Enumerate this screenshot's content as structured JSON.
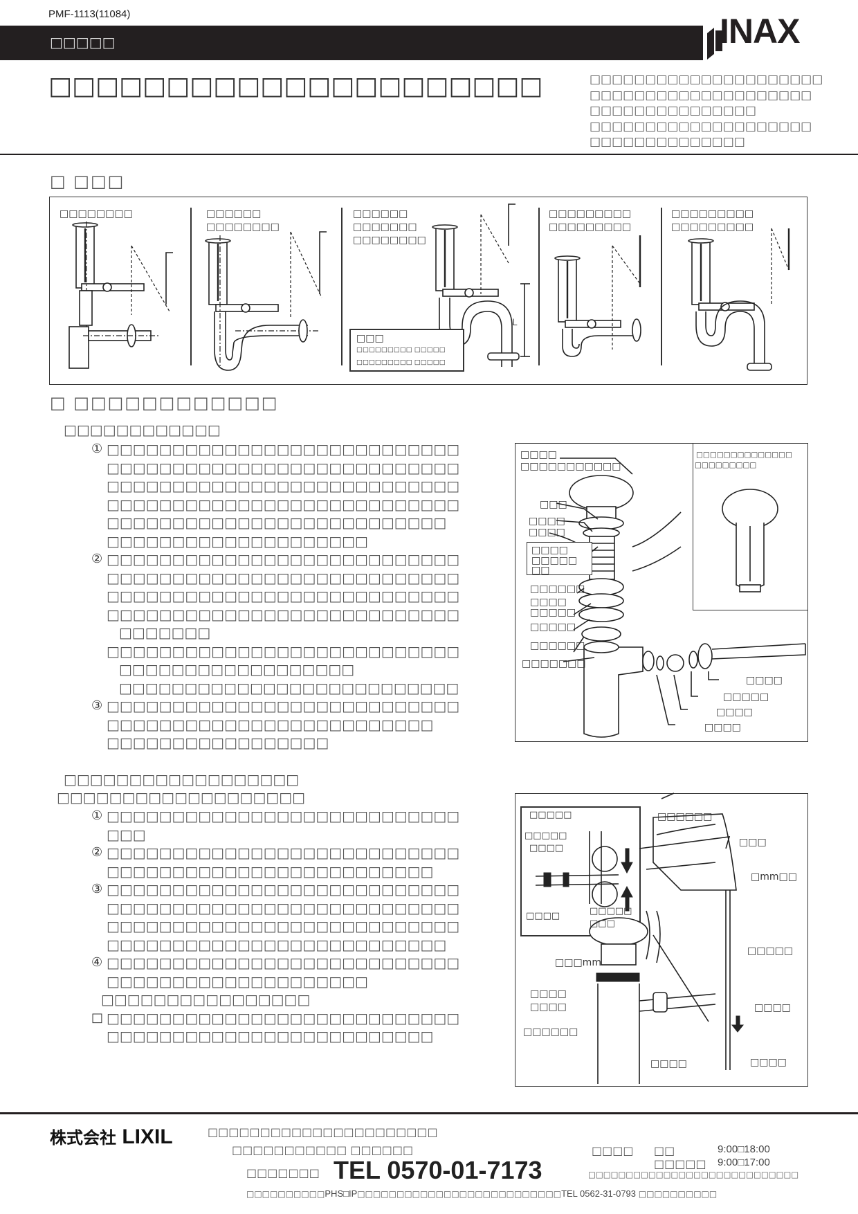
{
  "header": {
    "doc_number": "PMF-1113(11084)",
    "band_label": "□□□□□",
    "brand_logo": "INAX",
    "title": "□□□□□□□□□□□□□□□□□□□□□",
    "title_notes": [
      "□□□□□□□□□□□□□□□□□□□□□",
      "□□□□□□□□□□□□□□□□□□□□",
      "□□□□□□□□□□□□□□□",
      "□□□□□□□□□□□□□□□□□□□□",
      "□□□□□□□□□□□□□□"
    ]
  },
  "section1": {
    "heading": "□ □□□",
    "variants": [
      {
        "labels": [
          "□□□□□□□□"
        ]
      },
      {
        "labels": [
          "□□□□□□",
          "□□□□□□□□"
        ]
      },
      {
        "labels": [
          "□□□□□□",
          "□□□□□□□",
          "□□□□□□□□"
        ]
      },
      {
        "labels": [
          "□□□□□□□□□",
          "□□□□□□□□□"
        ]
      },
      {
        "labels": [
          "□□□□□□□□□",
          "□□□□□□□□□"
        ]
      }
    ],
    "note_box": {
      "title": "□□□",
      "lines": [
        "□□□□□□□□□ □□□□□",
        "□□□□□□□□□ □□□□□"
      ]
    },
    "dimension_label": "L"
  },
  "section2": {
    "heading": "□ □□□□□□□□□□□□",
    "sub1": {
      "title": "□□□□□□□□□□□□",
      "items": [
        {
          "marker": "①",
          "lines": [
            "□□□□□□□□□□□□□□□□□□□□□□□□□□□",
            "□□□□□□□□□□□□□□□□□□□□□□□□□□□",
            "□□□□□□□□□□□□□□□□□□□□□□□□□□□",
            "□□□□□□□□□□□□□□□□□□□□□□□□□□□",
            "□□□□□□□□□□□□□□□□□□□□□□□□□□",
            "□□□□□□□□□□□□□□□□□□□□"
          ]
        },
        {
          "marker": "②",
          "lines": [
            "□□□□□□□□□□□□□□□□□□□□□□□□□□□",
            "□□□□□□□□□□□□□□□□□□□□□□□□□□□",
            "□□□□□□□□□□□□□□□□□□□□□□□□□□□",
            "□□□□□□□□□□□□□□□□□□□□□□□□□□□",
            " □□□□□□□",
            "□□□□□□□□□□□□□□□□□□□□□□□□□□□",
            " □□□□□□□□□□□□□□□□□□",
            " □□□□□□□□□□□□□□□□□□□□□□□□□□"
          ]
        },
        {
          "marker": "③",
          "lines": [
            "□□□□□□□□□□□□□□□□□□□□□□□□□□□",
            "□□□□□□□□□□□□□□□□□□□□□□□□□",
            "□□□□□□□□□□□□□□□□□"
          ]
        }
      ]
    },
    "sub2": {
      "title": "□□□□□□□□□□□□□□□□□□",
      "subtitle": "□□□□□□□□□□□□□□□□□□□",
      "items": [
        {
          "marker": "①",
          "lines": [
            "□□□□□□□□□□□□□□□□□□□□□□□□□□□",
            "□□□"
          ]
        },
        {
          "marker": "②",
          "lines": [
            "□□□□□□□□□□□□□□□□□□□□□□□□□□□",
            "□□□□□□□□□□□□□□□□□□□□□□□□□"
          ]
        },
        {
          "marker": "③",
          "lines": [
            "□□□□□□□□□□□□□□□□□□□□□□□□□□□",
            "□□□□□□□□□□□□□□□□□□□□□□□□□□□",
            "□□□□□□□□□□□□□□□□□□□□□□□□□□□",
            "□□□□□□□□□□□□□□□□□□□□□□□□□□"
          ]
        },
        {
          "marker": "④",
          "lines": [
            "□□□□□□□□□□□□□□□□□□□□□□□□□□□",
            "□□□□□□□□□□□□□□□□□□□□"
          ]
        }
      ],
      "note_line": "□□□□□□□□□□□□□□□□",
      "bullet": {
        "marker": "□",
        "lines": [
          "□□□□□□□□□□□□□□□□□□□□□□□□□□□",
          "□□□□□□□□□□□□□□□□□□□□□□□□□"
        ]
      }
    }
  },
  "figure1": {
    "callouts_left": [
      "□□□□",
      "□□□□□□□□□□□",
      "□□□",
      "□□□□",
      "□□□□",
      "□□□□",
      "□□□□□",
      "□□",
      "□□□□□□",
      "□□□□",
      "□□□□□",
      "□□□□□",
      "□□□□□□",
      "□□□□□□□"
    ],
    "callouts_right": [
      "□□□□",
      "□□□□□",
      "□□□□",
      "□□□□"
    ],
    "inset_caption": [
      "□□□□□□□□□□□□□□",
      "□□□□□□□□□"
    ]
  },
  "figure2": {
    "inset_labels": [
      "□□□□□",
      "□□□□□",
      "□□□□",
      "□□□□",
      "□□□□□",
      "□□□"
    ],
    "faucet_label": "□□□□□□",
    "lever_label": "□□□",
    "gap_label": "□mm□□",
    "rod_label": "□□□□□",
    "height_label": "□□□mm",
    "seal_label": [
      "□□□□",
      "□□□□"
    ],
    "nut_label": "□□□□□□",
    "clip_label": "□□□□",
    "stopper_label": "□□□□",
    "pivot_label": "□□□□"
  },
  "footer": {
    "company_jp": "株式会社",
    "company": "LIXIL",
    "line1": "□□□□□□□□□□□□□□□□□□□□□□",
    "line2": "□□□□□□□□□□□ □□□□□□",
    "line3_label": "□□□□□□□",
    "tel_main": "TEL 0570-01-7173",
    "hours": [
      {
        "label": "□□□□",
        "days": "□□",
        "time": "9:00□18:00"
      },
      {
        "label": "",
        "days": "□□□□□",
        "time": "9:00□17:00"
      }
    ],
    "line3_note": "□□□□□□□□□□□□□□□□□□□□□□□□□□□□",
    "line4_prefix": "□□□□□□□□□□",
    "line4_phs": "PHS□IP",
    "line4_mid": "□□□□□□□□□□□□□□□□□□□□□□□□□□",
    "tel_alt": "TEL 0562-31-0793",
    "line4_suffix": "□□□□□□□□□□"
  }
}
